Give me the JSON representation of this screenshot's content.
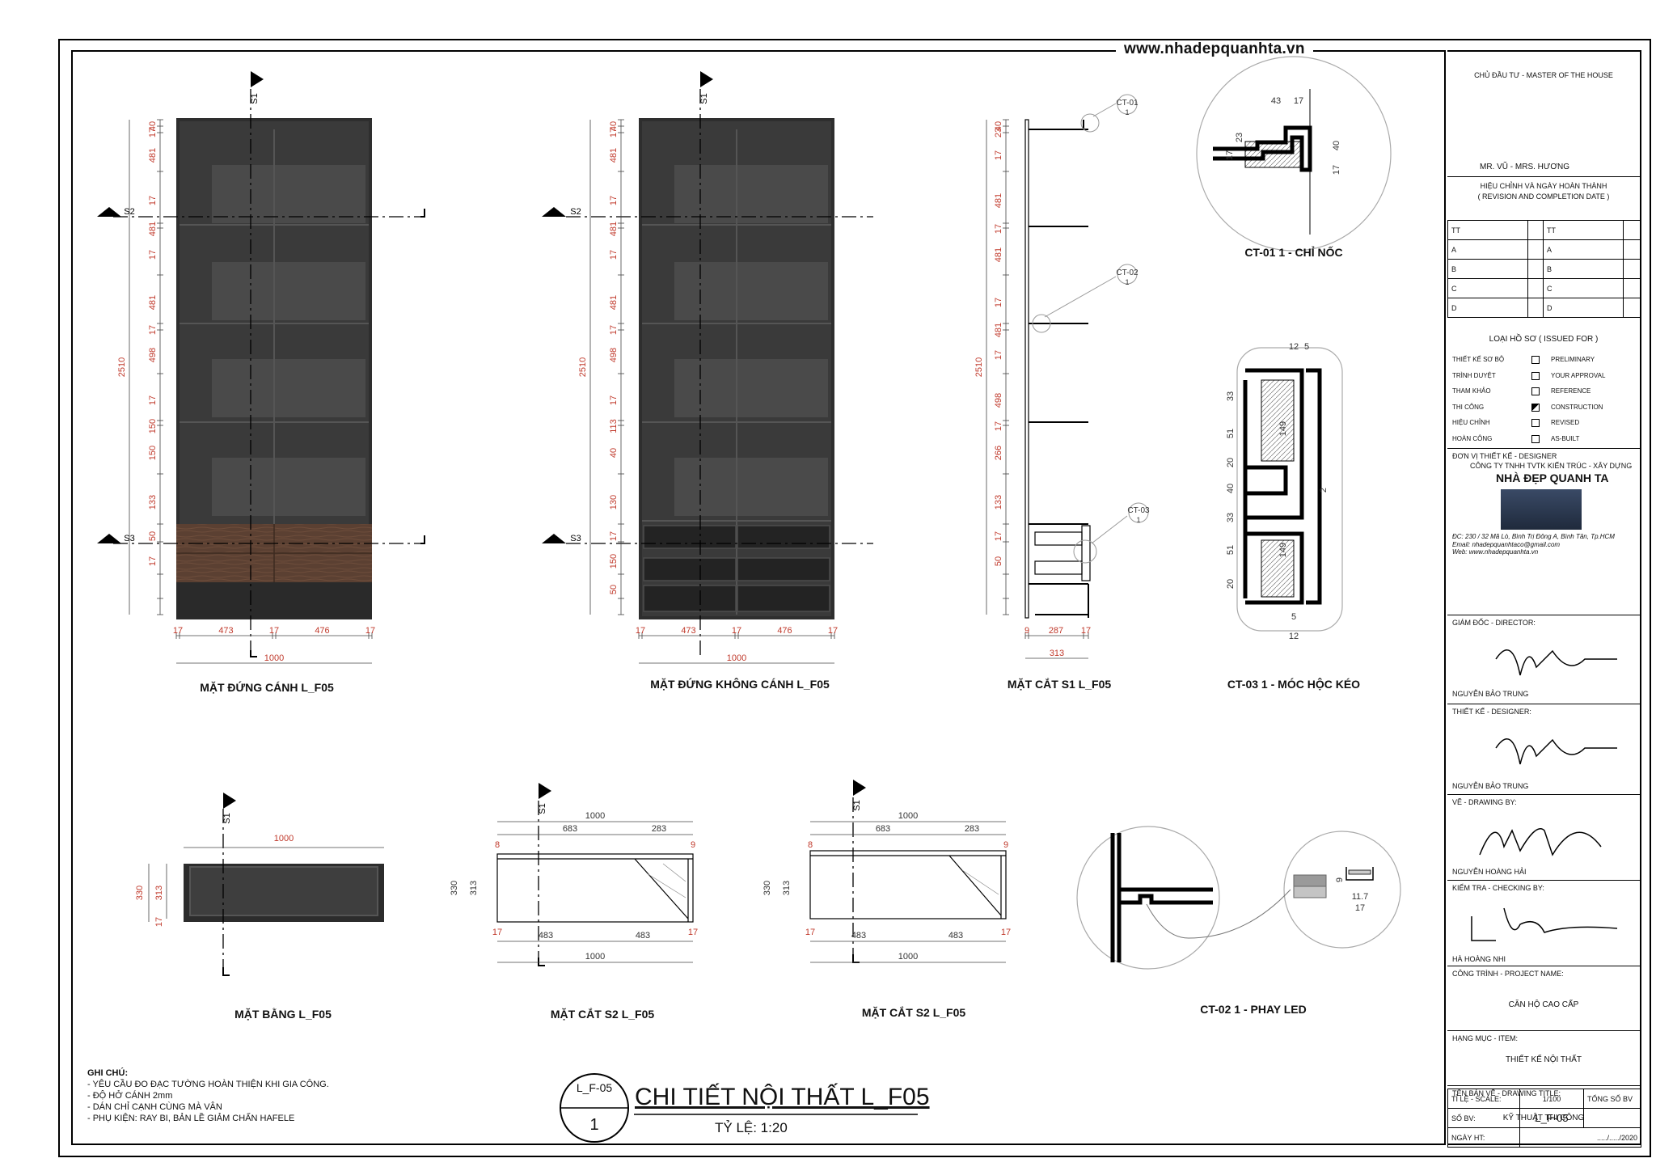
{
  "website": "www.nhadepquanhta.vn",
  "views": {
    "elev_door": "MẶT ĐỨNG CÁNH L_F05",
    "elev_nodoor": "MẶT ĐỨNG KHÔNG CÁNH L_F05",
    "section_s1": "MẶT CẮT S1 L_F05",
    "detail_ct01": "CT-01 1 - CHỈ NỐC",
    "detail_ct03": "CT-03 1 - MÓC HỘC KÉO",
    "plan": "MẶT BẰNG L_F05",
    "section_s2a": "MẶT CẮT S2 L_F05",
    "section_s2b": "MẶT CẮT S2 L_F05",
    "detail_ct02": "CT-02 1 - PHAY LED"
  },
  "dims": {
    "v_left": [
      "40",
      "17",
      "481",
      "17",
      "481",
      "17",
      "481",
      "17",
      "498",
      "17",
      "150",
      "150",
      "133",
      "50",
      "17"
    ],
    "v_total": "2510",
    "h_bottom": [
      "17",
      "473",
      "17",
      "476",
      "17"
    ],
    "h_total": "1000",
    "v_nodoor": [
      "40",
      "17",
      "481",
      "17",
      "481",
      "17",
      "481",
      "17",
      "498",
      "17",
      "113",
      "40",
      "130",
      "17",
      "150",
      "50"
    ],
    "s1_bottom": [
      "9",
      "287",
      "17"
    ],
    "s1_total": "313",
    "s1_v": [
      "40",
      "23",
      "17",
      "481",
      "17",
      "481",
      "17",
      "481",
      "17",
      "498",
      "17",
      "266",
      "133",
      "17",
      "50"
    ],
    "ct01": [
      "43",
      "17",
      "23",
      "40",
      "17",
      "17"
    ],
    "ct03_v": [
      "33",
      "51",
      "20",
      "40",
      "33",
      "51",
      "20"
    ],
    "ct03_h": [
      "149",
      "149",
      "2",
      "5",
      "12",
      "12",
      "5"
    ],
    "plan_w": "1000",
    "plan_d1": "330",
    "plan_d2": "313",
    "plan_d3": "17",
    "s2_top": [
      "683",
      "283",
      "8",
      "9"
    ],
    "s2_bottom": [
      "483",
      "483",
      "17"
    ],
    "ct02": [
      "9",
      "11.7",
      "17"
    ]
  },
  "markers": {
    "s1": "S1",
    "s2": "S2",
    "s3": "S3",
    "ct01": "CT-01",
    "ct02": "CT-02",
    "ct03": "CT-03",
    "one": "1"
  },
  "notes": {
    "title": "GHI CHÚ:",
    "lines": [
      "- YÊU CẦU ĐO ĐẠC TƯỜNG HOÀN THIỆN KHI GIA CÔNG.",
      "- ĐỘ HỞ CÁNH 2mm",
      "- DÁN CHỈ CẠNH CÙNG MÀ VÂN",
      "- PHỤ KIỆN: RAY BI, BẢN LỀ GIẢM CHẤN HAFELE"
    ]
  },
  "sheet": {
    "code": "L_F-05",
    "num": "1",
    "title": "CHI TIẾT NỘI THẤT L_F05",
    "scale": "TỶ LỆ: 1:20"
  },
  "titleblock": {
    "owner_label": "CHỦ ĐẦU TƯ - MASTER OF THE HOUSE",
    "owner": "MR. VŨ - MRS. HƯƠNG",
    "revision_label": "HIỆU CHỈNH VÀ NGÀY HOÀN THÀNH",
    "revision_sub": "( REVISION AND COMPLETION DATE )",
    "rev_rows": [
      "TT",
      "A",
      "B",
      "C",
      "D"
    ],
    "issued_label": "LOẠI HỒ SƠ ( ISSUED FOR )",
    "issued": [
      {
        "vn": "THIẾT KẾ SƠ BỘ",
        "en": "PRELIMINARY",
        "on": false
      },
      {
        "vn": "TRÌNH DUYỆT",
        "en": "YOUR APPROVAL",
        "on": false
      },
      {
        "vn": "THAM KHẢO",
        "en": "REFERENCE",
        "on": false
      },
      {
        "vn": "THI CÔNG",
        "en": "CONSTRUCTION",
        "on": true
      },
      {
        "vn": "HIỆU CHỈNH",
        "en": "REVISED",
        "on": false
      },
      {
        "vn": "HOÀN CÔNG",
        "en": "AS-BUILT",
        "on": false
      }
    ],
    "designer_label": "ĐƠN VỊ THIẾT KẾ - DESIGNER",
    "company": "CÔNG TY TNHH TVTK KIẾN TRÚC - XÂY DỰNG",
    "brand": "NHÀ ĐẸP QUANH TA",
    "address": "ĐC: 230 / 32 Mã Lò, Bình Trị Đông A, Bình Tân, Tp.HCM",
    "email": "Email: nhadepquanhtaco@gmail.com",
    "web": "Web: www.nhadepquanhta.vn",
    "director_label": "GIÁM ĐỐC - DIRECTOR:",
    "director": "NGUYỄN BẢO TRUNG",
    "designer2_label": "THIẾT KẾ - DESIGNER:",
    "designer2": "NGUYỄN BẢO TRUNG",
    "drawing_label": "VẼ - DRAWING BY:",
    "drawing": "NGUYỄN HOÀNG HẢI",
    "checking_label": "KIỂM TRA - CHECKING BY:",
    "checking": "HÀ HOÀNG NHI",
    "project_label": "CÔNG TRÌNH - PROJECT NAME:",
    "project": "CĂN HỘ CAO CẤP",
    "item_label": "HẠNG MỤC - ITEM:",
    "item": "THIẾT KẾ NỘI THẤT",
    "title_label": "TÊN BẢN VẼ - DRAWING TITLE:",
    "title": "KỸ THUẬT THI CÔNG",
    "scale_label": "TỈ LỆ - SCALE:",
    "scale": "1/100",
    "total_label": "TỔNG SỐ BV",
    "sheet_label": "SỐ BV:",
    "sheet": "L_F-05",
    "date_label": "NGÀY HT:",
    "date": "...../...../2020"
  },
  "colors": {
    "cabinet": "#3a3a3a",
    "cabinet_dark": "#2a2a2a",
    "wood": "#5b4032",
    "dim": "#c0392b",
    "line": "#000000"
  }
}
